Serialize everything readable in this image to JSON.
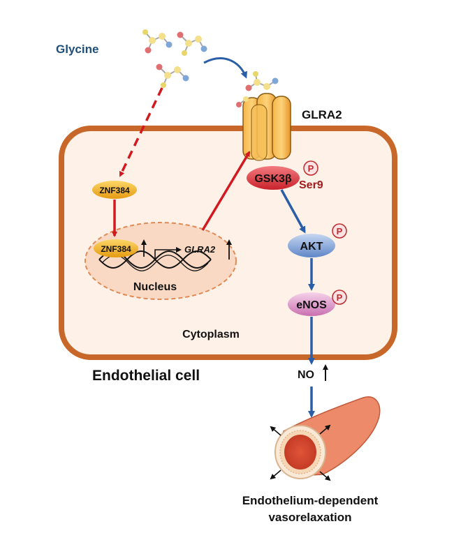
{
  "labels": {
    "glycine": "Glycine",
    "glra2": "GLRA2",
    "gsk3b": "GSK3β",
    "ser9": "Ser9",
    "phospho": "P",
    "znf384_cyto": "ZNF384",
    "znf384_nuc": "ZNF384",
    "glra2_gene": "GLRA2",
    "nucleus": "Nucleus",
    "akt": "AKT",
    "enos": "eNOS",
    "cytoplasm": "Cytoplasm",
    "endothelial_cell": "Endothelial cell",
    "no": "NO",
    "outcome_line1": "Endothelium-dependent",
    "outcome_line2": "vasorelaxation"
  },
  "colors": {
    "membrane": "#c8672a",
    "cell_fill": "#fdf1e8",
    "nucleus_fill": "#f9d9c4",
    "nucleus_border": "#e08a55",
    "red_arrow": "#d2191f",
    "blue_arrow": "#2a5ea8",
    "glycine_label": "#1f4e79",
    "receptor": "#f2a533",
    "gsk3b": "#e0424a",
    "znf384": "#f3b52b",
    "akt": "#7d9fd6",
    "enos": "#d98ac4",
    "ser9": "#a31a1a",
    "vessel": "#ec8a6a"
  }
}
